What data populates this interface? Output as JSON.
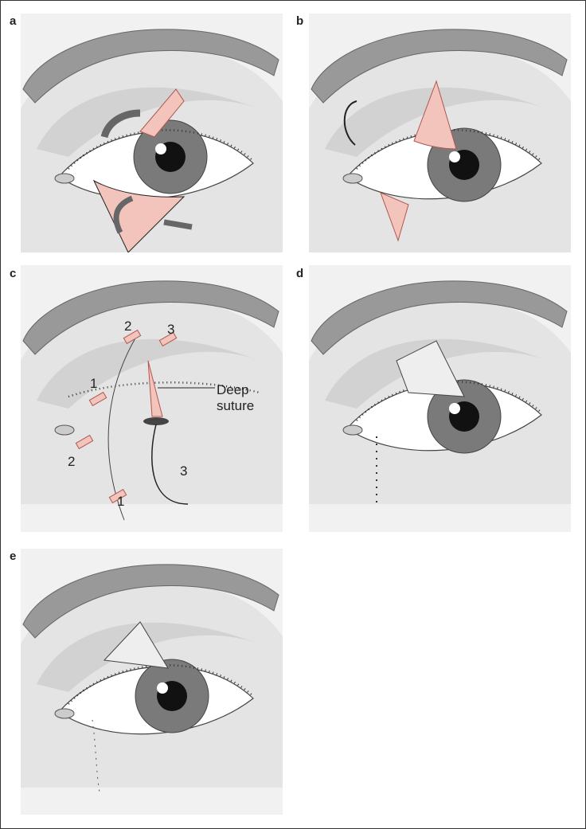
{
  "panels": [
    {
      "letter": "a"
    },
    {
      "letter": "b"
    },
    {
      "letter": "c",
      "labels": {
        "suture_2_top": "2",
        "suture_3_top": "3",
        "suture_1_mid": "1",
        "suture_2_low": "2",
        "suture_3_low": "3",
        "suture_1_low": "1",
        "deep_suture_line1": "Deep",
        "deep_suture_line2": "suture"
      }
    },
    {
      "letter": "d"
    },
    {
      "letter": "e"
    }
  ],
  "colors": {
    "flap_pink": "#f2c4bc",
    "flap_stroke": "#b0574f",
    "background": "#f1f1f1",
    "brow": "#999999",
    "iris": "#7a7a7a"
  }
}
